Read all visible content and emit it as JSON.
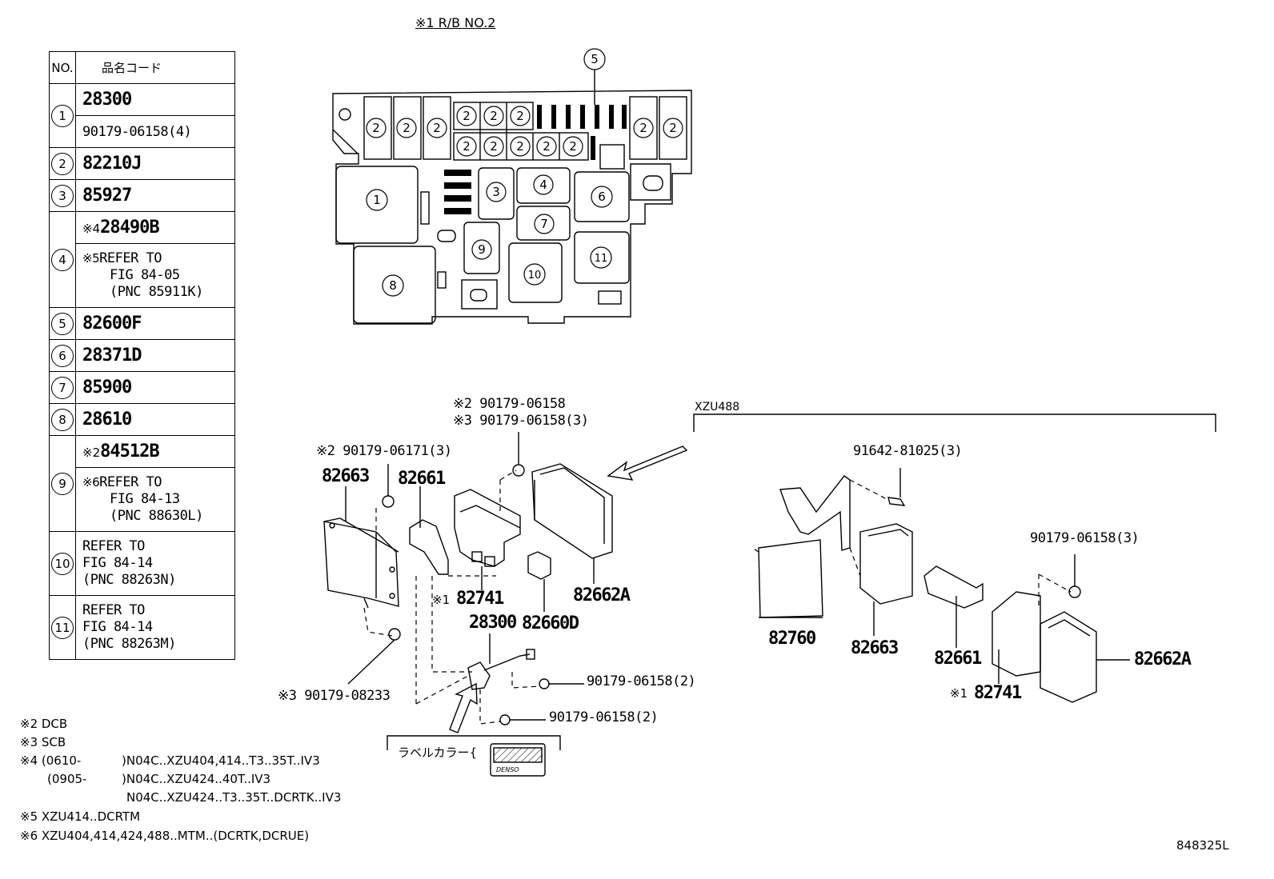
{
  "title": "※1 R/B NO.2",
  "figure_code": "848325L",
  "table": {
    "header_no": "NO.",
    "header_code": "品名コード",
    "rows": [
      {
        "no": "1",
        "lines": [
          "28300",
          "90179-06158(4)"
        ]
      },
      {
        "no": "2",
        "code": "82210J"
      },
      {
        "no": "3",
        "code": "85927"
      },
      {
        "no": "4",
        "mark": "※4",
        "code": "28490B",
        "ref_mark": "※5",
        "ref": [
          "REFER TO",
          "FIG 84-05",
          "(PNC 85911K)"
        ]
      },
      {
        "no": "5",
        "code": "82600F"
      },
      {
        "no": "6",
        "code": "28371D"
      },
      {
        "no": "7",
        "code": "85900"
      },
      {
        "no": "8",
        "code": "28610"
      },
      {
        "no": "9",
        "mark": "※2",
        "code": "84512B",
        "ref_mark": "※6",
        "ref": [
          "REFER TO",
          "FIG 84-13",
          "(PNC 88630L)"
        ]
      },
      {
        "no": "10",
        "ref": [
          "REFER TO",
          "FIG 84-14",
          "(PNC 88263N)"
        ]
      },
      {
        "no": "11",
        "ref": [
          "REFER TO",
          "FIG 84-14",
          "(PNC 88263M)"
        ]
      }
    ]
  },
  "relay_block_labels": {
    "c1": "1",
    "c2": "2",
    "c3": "3",
    "c4": "4",
    "c5": "5",
    "c6": "6",
    "c7": "7",
    "c8": "8",
    "c9": "9",
    "c10": "10",
    "c11": "11"
  },
  "parts": {
    "p_82663_left": "82663",
    "p_82661_left": "82661",
    "p_82741_left_mark": "※1",
    "p_82741_left": "82741",
    "p_82662A_left": "82662A",
    "p_28300": "28300",
    "p_82660D": "82660D",
    "s2_0171": "※2 90179-06171(3)",
    "s2_0158": "※2 90179-06158",
    "s3_0158": "※3 90179-06158(3)",
    "s3_08233": "※3 90179-08233",
    "bolt_a": "90179-06158(2)",
    "bolt_b": "90179-06158(2)",
    "label_color": "ラベルカラー",
    "denso": "DENSO",
    "xzu488": "XZU488",
    "p_91642": "91642-81025(3)",
    "p_0158_3": "90179-06158(3)",
    "p_82760": "82760",
    "p_82663_right": "82663",
    "p_82661_right": "82661",
    "p_82741_right_mark": "※1",
    "p_82741_right": "82741",
    "p_82662A_right": "82662A"
  },
  "notes": [
    "※2 DCB",
    "※3 SCB",
    "※4 (0610-",
    ")N04C..XZU404,414..T3..35T..IV3",
    "(0905-",
    ")N04C..XZU424..40T..IV3",
    "N04C..XZU424..T3..35T..DCRTK..IV3",
    "※5 XZU414..DCRTM",
    "※6 XZU404,414,424,488..MTM..(DCRTK,DCRUE)"
  ]
}
